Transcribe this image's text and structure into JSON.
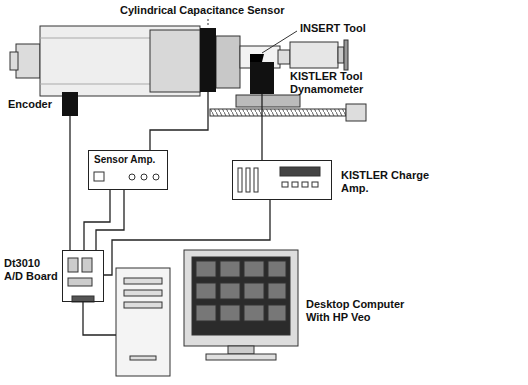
{
  "diagram": {
    "nodes": [
      {
        "text": [
          "Cylindrical Capacitance Sensor"
        ]
      },
      {
        "text": [
          "KISTLER Tool Dynamometer"
        ]
      },
      {
        "text": [
          "Encoder"
        ]
      },
      {
        "text": [
          "Sensor Amp."
        ]
      },
      {
        "text": [
          "KISTLER Charge Amp."
        ]
      },
      {
        "text": [
          "Dt3010 A/D Board"
        ]
      },
      {
        "text": [
          "Desktop Computer With HP Veo"
        ]
      }
    ],
    "edges": [
      {
        "from": 2,
        "to": 5,
        "arrow": "none"
      },
      {
        "from": 0,
        "to": 3,
        "arrow": "none"
      },
      {
        "from": 1,
        "to": 4,
        "arrow": "none"
      },
      {
        "from": 3,
        "to": 5,
        "arrow": "none"
      },
      {
        "from": 3,
        "to": 5,
        "arrow": "none"
      },
      {
        "from": 4,
        "to": 5,
        "arrow": "none"
      },
      {
        "from": 5,
        "to": 6,
        "arrow": "none"
      }
    ],
    "labels": [
      "INSERT Tool"
    ]
  }
}
